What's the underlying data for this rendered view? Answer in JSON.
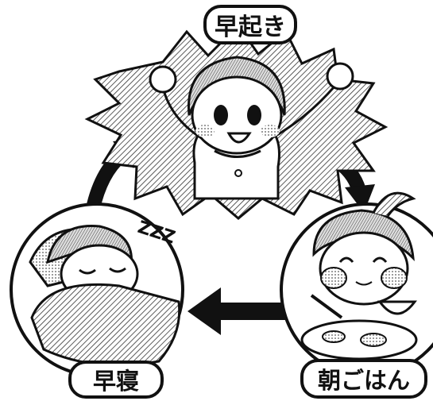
{
  "labels": {
    "wake_early": "早起き",
    "sleep_early": "早寝",
    "breakfast": "朝ごはん"
  },
  "illustrations": {
    "top": "child-cheering-illustration",
    "left": "child-sleeping-illustration",
    "right": "child-eating-breakfast-illustration"
  },
  "colors": {
    "ink": "#111111",
    "paper": "#ffffff",
    "tone": "#9a9a9a"
  }
}
